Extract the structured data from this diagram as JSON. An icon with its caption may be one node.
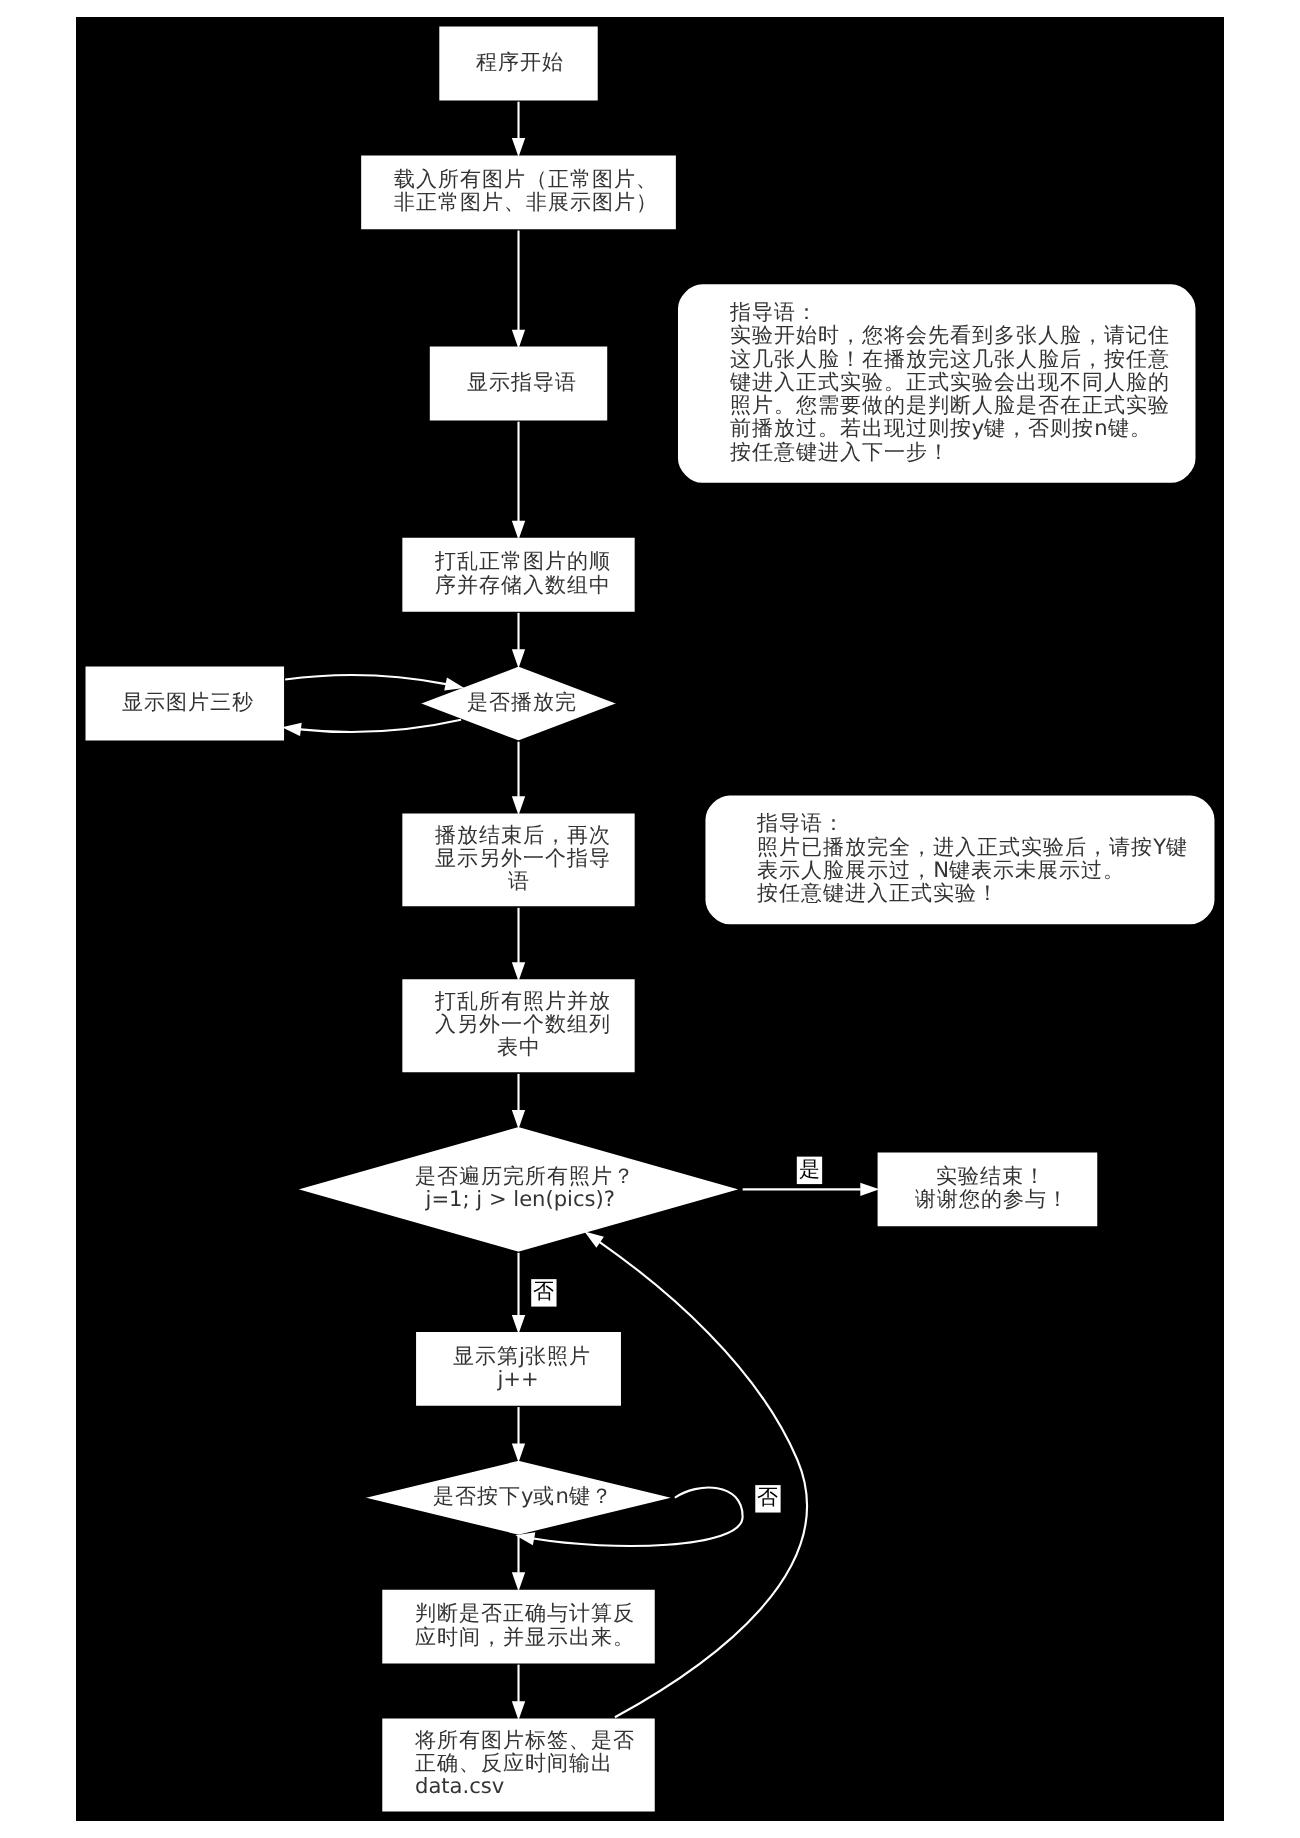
{
  "diagram": {
    "nodes": [
      {
        "text": [
          "程序开始"
        ]
      },
      {
        "text": [
          "载入所有图片（正常图片、非正常图片、非展示图片）"
        ]
      },
      {
        "text": [
          "指导语：",
          "实验开始时，您将会先看到多张人脸，请记住这几张人脸！在播放完这几张人脸后，按任意键进入正式实验。正式实验会出现不同人脸的照片。您需要做的是判断人脸是否在正式实验前播放过。若出现过则按y键，否则按n键。",
          "按任意键进入下一步！"
        ]
      },
      {
        "text": [
          "显示指导语"
        ]
      },
      {
        "text": [
          "打乱正常图片的顺序并存储入数组中"
        ]
      },
      {
        "text": [
          "显示图片三秒"
        ]
      },
      {
        "text": [
          "是否播放完"
        ]
      },
      {
        "text": [
          "指导语：",
          "照片已播放完全，进入正式实验后，请按Y键表示人脸展示过，N键表示未展示过。",
          "按任意键进入正式实验！"
        ]
      },
      {
        "text": [
          "播放结束后，再次显示另外一个指导语"
        ]
      },
      {
        "text": [
          "打乱所有照片并放入另外一个数组列表中"
        ]
      },
      {
        "text": [
          "是否遍历完所有照片？",
          "j=1; j > len(pics)?"
        ]
      },
      {
        "text": [
          "实验结束！",
          "谢谢您的参与！"
        ]
      },
      {
        "text": [
          "显示第j张照片",
          "j++"
        ]
      },
      {
        "text": [
          "是否按下y或n键？"
        ]
      },
      {
        "text": [
          "判断是否正确与计算反应时间，并显示出来。"
        ]
      },
      {
        "text": [
          "将所有图片标签、是否正确、反应时间输出data.csv"
        ]
      }
    ],
    "edges": [
      {
        "from": 0,
        "to": 1,
        "arrow": "to"
      },
      {
        "from": 1,
        "to": 3,
        "arrow": "to"
      },
      {
        "from": 3,
        "to": 4,
        "arrow": "to"
      },
      {
        "from": 4,
        "to": 6,
        "arrow": "to"
      },
      {
        "from": 6,
        "to": 5,
        "arrow": "to"
      },
      {
        "from": 5,
        "to": 6,
        "arrow": "to"
      },
      {
        "from": 6,
        "to": 8,
        "arrow": "to"
      },
      {
        "from": 8,
        "to": 9,
        "arrow": "to"
      },
      {
        "from": 9,
        "to": 10,
        "arrow": "to"
      },
      {
        "from": 10,
        "to": 11,
        "arrow": "to",
        "label": "是"
      },
      {
        "from": 10,
        "to": 12,
        "arrow": "to",
        "label": "否"
      },
      {
        "from": 12,
        "to": 13,
        "arrow": "to"
      },
      {
        "from": 13,
        "to": 14,
        "arrow": "to"
      },
      {
        "from": 13,
        "to": 13,
        "arrow": "to",
        "label": "否"
      },
      {
        "from": 14,
        "to": 15,
        "arrow": "to"
      },
      {
        "from": 15,
        "to": 10,
        "arrow": "to"
      }
    ]
  }
}
